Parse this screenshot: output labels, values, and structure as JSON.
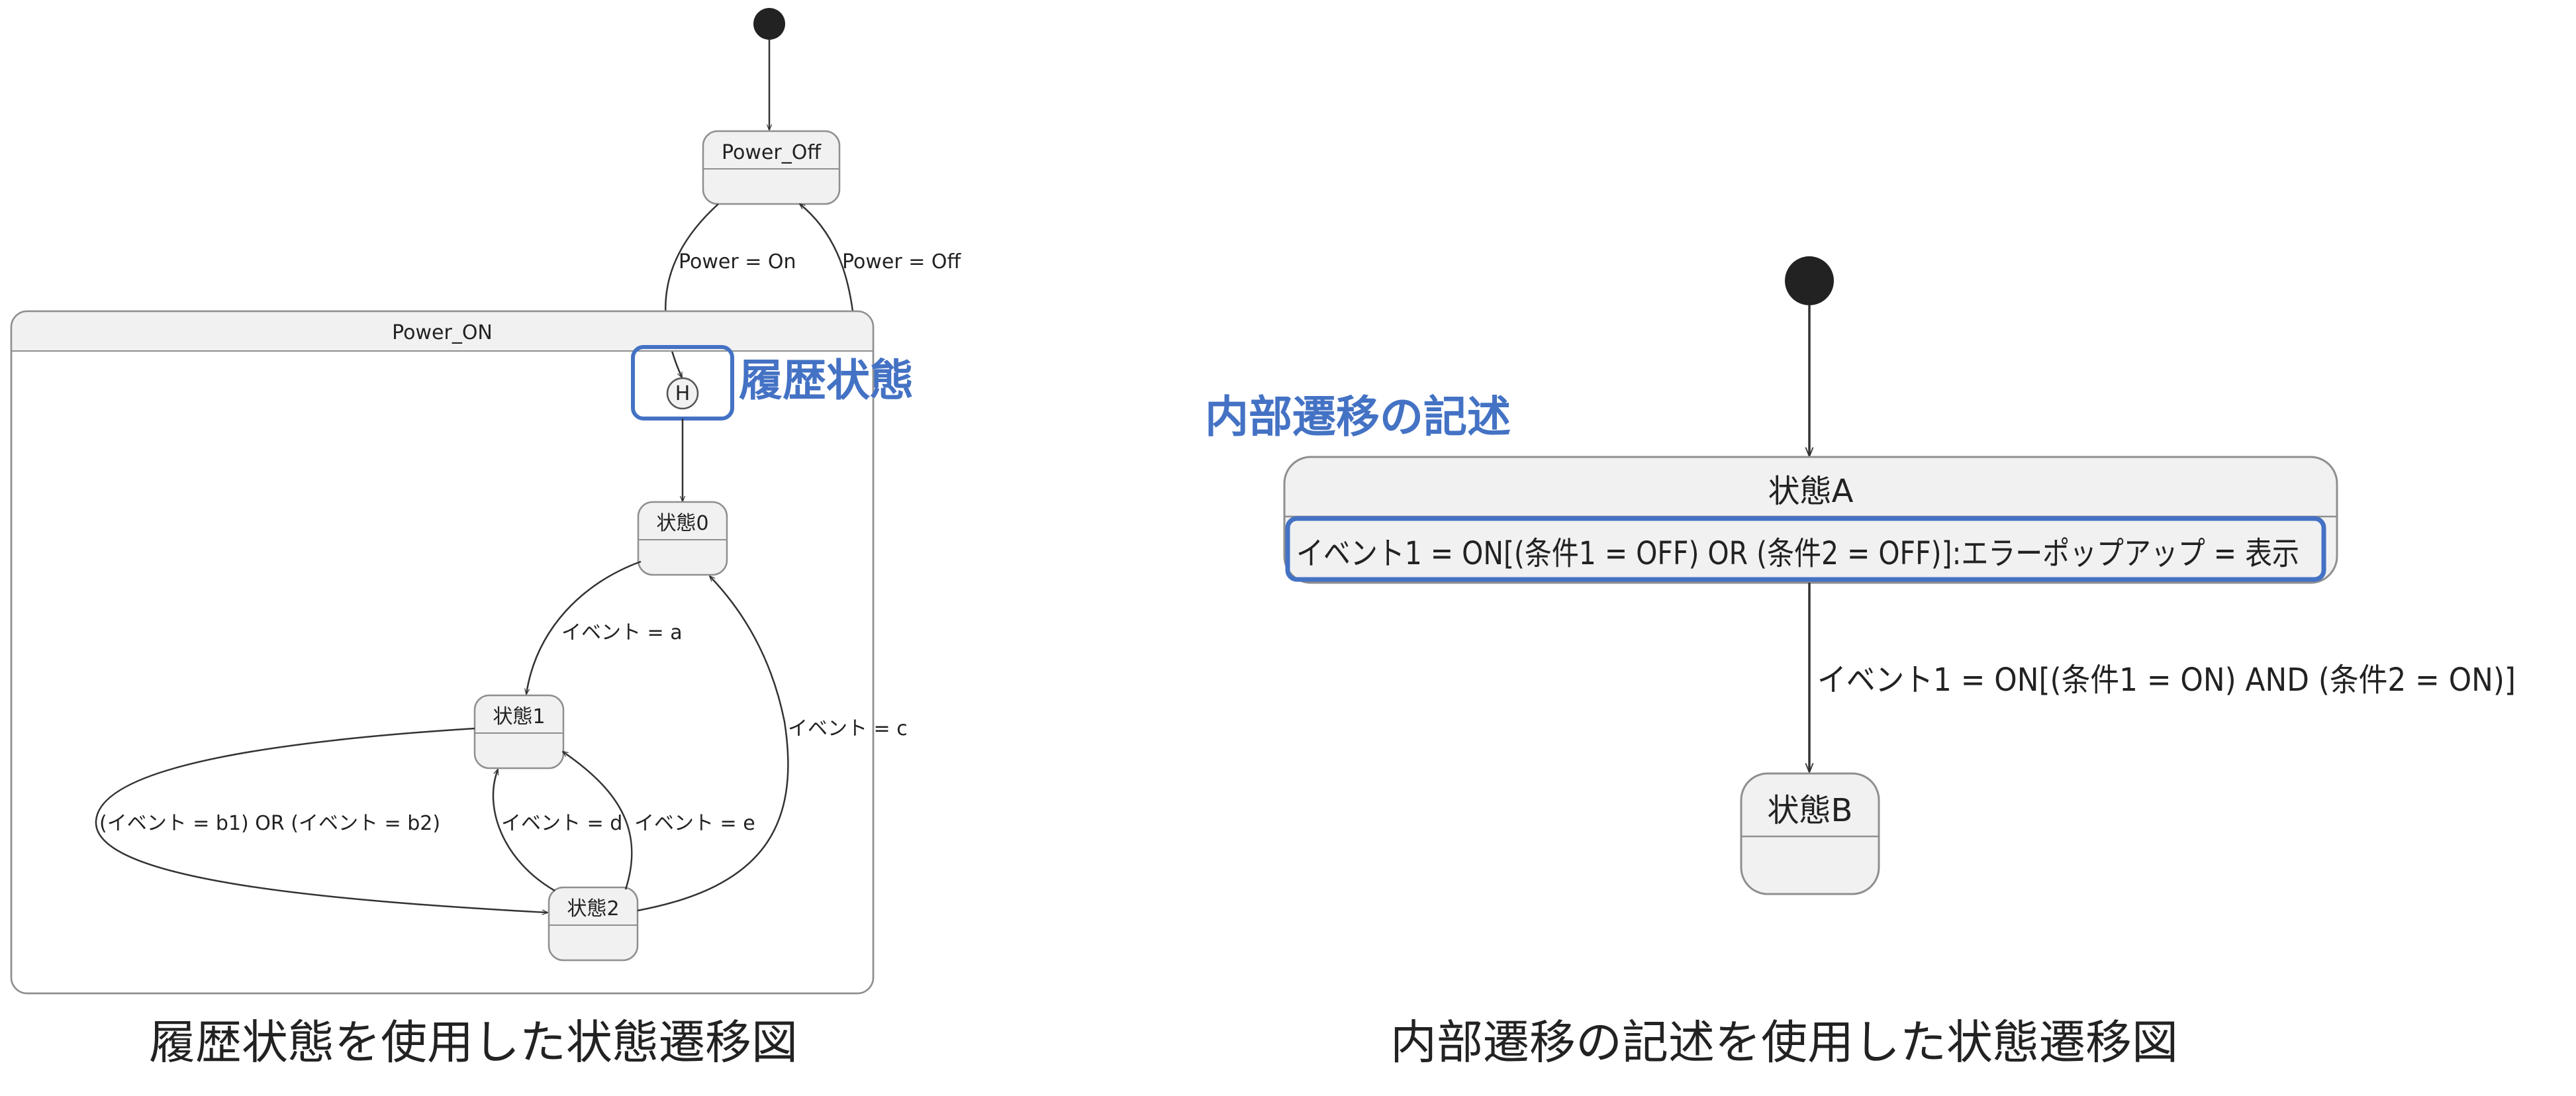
{
  "colors": {
    "accent": "#4472C4",
    "state_fill": "#F1F1F1",
    "state_stroke": "#8F8F8F",
    "line": "#333333"
  },
  "left": {
    "composite_state": "Power_ON",
    "history_symbol": "H",
    "history_annotation": "履歴状態",
    "states": {
      "power_off": "Power_Off",
      "s0": "状態0",
      "s1": "状態1",
      "s2": "状態2"
    },
    "transitions": {
      "power_on": "Power = On",
      "power_off": "Power = Off",
      "event_a": "イベント = a",
      "event_c": "イベント = c",
      "event_b": "(イベント = b1) OR (イベント = b2)",
      "event_d": "イベント = d",
      "event_e": "イベント = e"
    },
    "caption": "履歴状態を使用した状態遷移図"
  },
  "right": {
    "annotation": "内部遷移の記述",
    "state_a": "状態A",
    "internal_transition": "イベント1 = ON[(条件1 = OFF) OR (条件2 = OFF)]:エラーポップアップ = 表示",
    "transition_label": "イベント1 = ON[(条件1 = ON) AND (条件2 = ON)]",
    "state_b": "状態B",
    "caption": "内部遷移の記述を使用した状態遷移図"
  }
}
